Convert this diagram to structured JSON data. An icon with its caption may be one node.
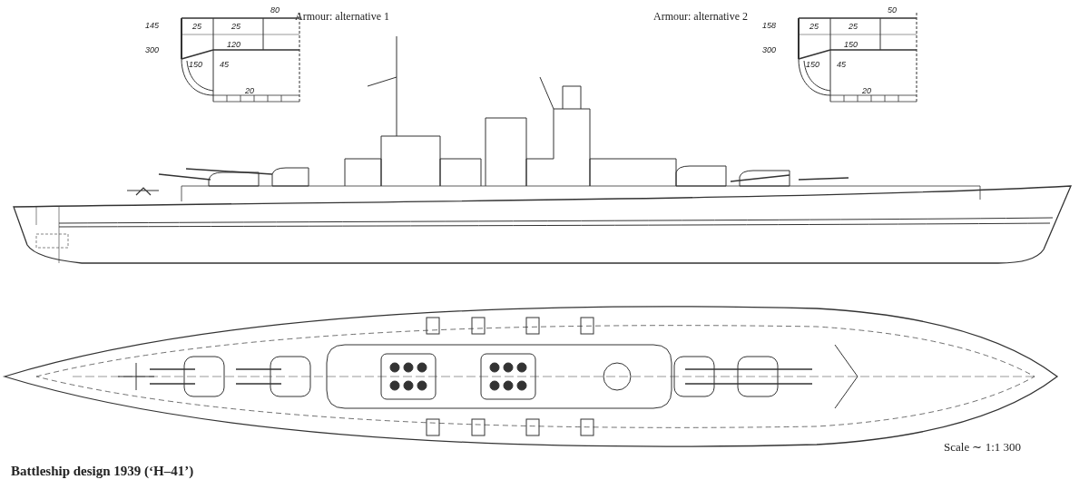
{
  "diagram": {
    "caption": "Battleship design 1939 (‘H–41’)",
    "labels": [
      "Armour: alternative 1",
      "80",
      "145",
      "25",
      "25",
      "300",
      "120",
      "150",
      "45",
      "20",
      "Armour: alternative 2",
      "50",
      "158",
      "25",
      "25",
      "300",
      "150",
      "150",
      "45",
      "20",
      "Scale ∼ 1:1 300"
    ]
  }
}
